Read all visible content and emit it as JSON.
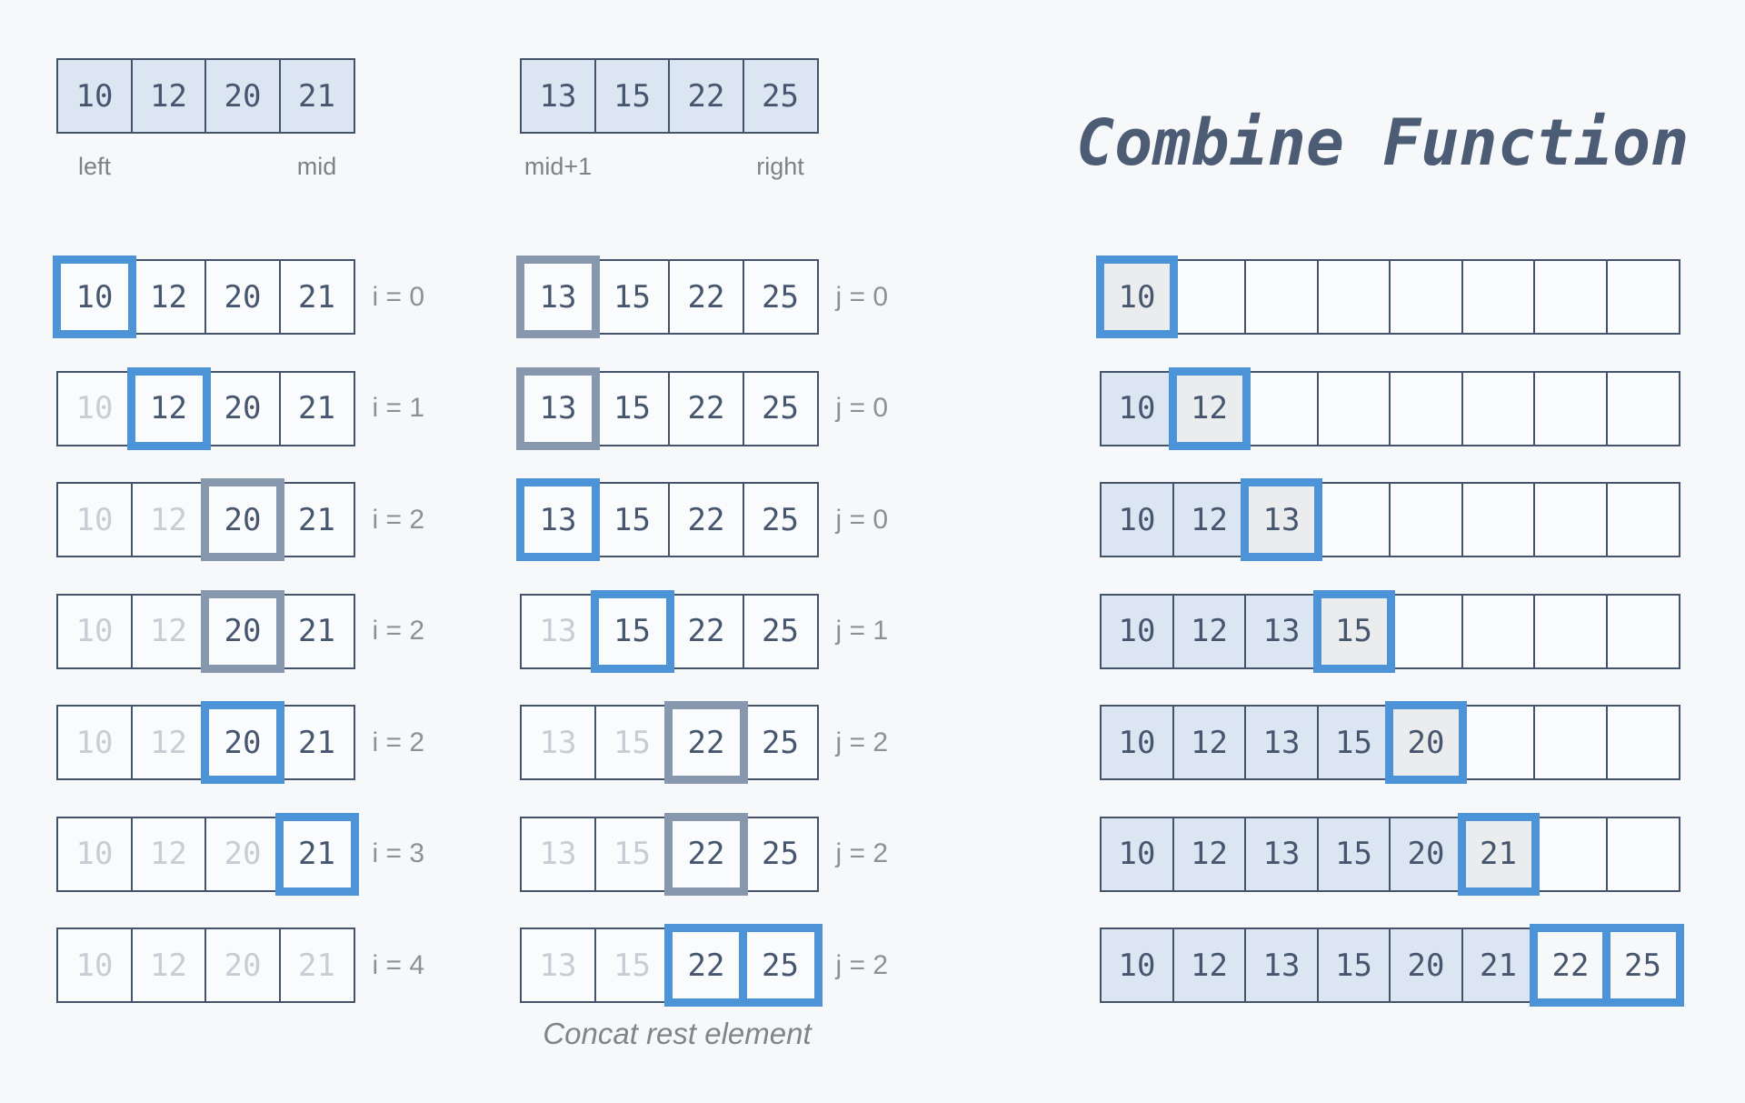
{
  "title": "Combine Function",
  "caption": "Concat rest element",
  "colors": {
    "background": "#f7f8fa",
    "cell_border": "#445369",
    "cell_fill": "#fafbfc",
    "source_fill": "#dce6f2",
    "placed_fill": "#dce6f2",
    "new_fill": "#ebecee",
    "new_fill_light": "#f7f8fa",
    "text": "#47566f",
    "text_faded": "#c8cdd5",
    "label": "#7f8184",
    "index_label": "#8d9095",
    "highlight_blue": "#4d93d8",
    "highlight_gray": "#8797ad",
    "title_color": "#4d5c75",
    "caption_color": "#828487"
  },
  "source_arrays": [
    {
      "name": "left-subarray",
      "values": [
        "10",
        "12",
        "20",
        "21"
      ],
      "labels": [
        {
          "text": "left",
          "cell": 0
        },
        {
          "text": "mid",
          "cell": 3
        }
      ]
    },
    {
      "name": "right-subarray",
      "values": [
        "13",
        "15",
        "22",
        "25"
      ],
      "labels": [
        {
          "text": "mid+1",
          "cell": 0
        },
        {
          "text": "right",
          "cell": 3
        }
      ]
    }
  ],
  "left_steps": {
    "values": [
      "10",
      "12",
      "20",
      "21"
    ],
    "rows": [
      {
        "label": "i = 0",
        "faded": [],
        "highlights": [
          {
            "index": 0,
            "style": "blue"
          }
        ]
      },
      {
        "label": "i = 1",
        "faded": [
          0
        ],
        "highlights": [
          {
            "index": 1,
            "style": "blue"
          }
        ]
      },
      {
        "label": "i = 2",
        "faded": [
          0,
          1
        ],
        "highlights": [
          {
            "index": 2,
            "style": "gray"
          }
        ]
      },
      {
        "label": "i = 2",
        "faded": [
          0,
          1
        ],
        "highlights": [
          {
            "index": 2,
            "style": "gray"
          }
        ]
      },
      {
        "label": "i = 2",
        "faded": [
          0,
          1
        ],
        "highlights": [
          {
            "index": 2,
            "style": "blue"
          }
        ]
      },
      {
        "label": "i = 3",
        "faded": [
          0,
          1,
          2
        ],
        "highlights": [
          {
            "index": 3,
            "style": "blue"
          }
        ]
      },
      {
        "label": "i = 4",
        "faded": [
          0,
          1,
          2,
          3
        ],
        "highlights": []
      }
    ]
  },
  "right_steps": {
    "values": [
      "13",
      "15",
      "22",
      "25"
    ],
    "rows": [
      {
        "label": "j = 0",
        "faded": [],
        "highlights": [
          {
            "index": 0,
            "style": "gray"
          }
        ]
      },
      {
        "label": "j = 0",
        "faded": [],
        "highlights": [
          {
            "index": 0,
            "style": "gray"
          }
        ]
      },
      {
        "label": "j = 0",
        "faded": [],
        "highlights": [
          {
            "index": 0,
            "style": "blue"
          }
        ]
      },
      {
        "label": "j = 1",
        "faded": [
          0
        ],
        "highlights": [
          {
            "index": 1,
            "style": "blue"
          }
        ]
      },
      {
        "label": "j = 2",
        "faded": [
          0,
          1
        ],
        "highlights": [
          {
            "index": 2,
            "style": "gray"
          }
        ]
      },
      {
        "label": "j = 2",
        "faded": [
          0,
          1
        ],
        "highlights": [
          {
            "index": 2,
            "style": "gray"
          }
        ]
      },
      {
        "label": "j = 2",
        "faded": [
          0,
          1
        ],
        "highlights": [
          {
            "index": 2,
            "style": "blue"
          },
          {
            "index": 3,
            "style": "blue"
          }
        ]
      }
    ]
  },
  "merged_steps": {
    "size": 8,
    "rows": [
      {
        "cells": [
          {
            "v": "10",
            "state": "new"
          }
        ]
      },
      {
        "cells": [
          {
            "v": "10",
            "state": "placed"
          },
          {
            "v": "12",
            "state": "new"
          }
        ]
      },
      {
        "cells": [
          {
            "v": "10",
            "state": "placed"
          },
          {
            "v": "12",
            "state": "placed"
          },
          {
            "v": "13",
            "state": "new"
          }
        ]
      },
      {
        "cells": [
          {
            "v": "10",
            "state": "placed"
          },
          {
            "v": "12",
            "state": "placed"
          },
          {
            "v": "13",
            "state": "placed"
          },
          {
            "v": "15",
            "state": "new"
          }
        ]
      },
      {
        "cells": [
          {
            "v": "10",
            "state": "placed"
          },
          {
            "v": "12",
            "state": "placed"
          },
          {
            "v": "13",
            "state": "placed"
          },
          {
            "v": "15",
            "state": "placed"
          },
          {
            "v": "20",
            "state": "new"
          }
        ]
      },
      {
        "cells": [
          {
            "v": "10",
            "state": "placed"
          },
          {
            "v": "12",
            "state": "placed"
          },
          {
            "v": "13",
            "state": "placed"
          },
          {
            "v": "15",
            "state": "placed"
          },
          {
            "v": "20",
            "state": "placed"
          },
          {
            "v": "21",
            "state": "new"
          }
        ]
      },
      {
        "cells": [
          {
            "v": "10",
            "state": "placed"
          },
          {
            "v": "12",
            "state": "placed"
          },
          {
            "v": "13",
            "state": "placed"
          },
          {
            "v": "15",
            "state": "placed"
          },
          {
            "v": "20",
            "state": "placed"
          },
          {
            "v": "21",
            "state": "placed"
          },
          {
            "v": "22",
            "state": "new-light"
          },
          {
            "v": "25",
            "state": "new-light"
          }
        ]
      }
    ]
  }
}
